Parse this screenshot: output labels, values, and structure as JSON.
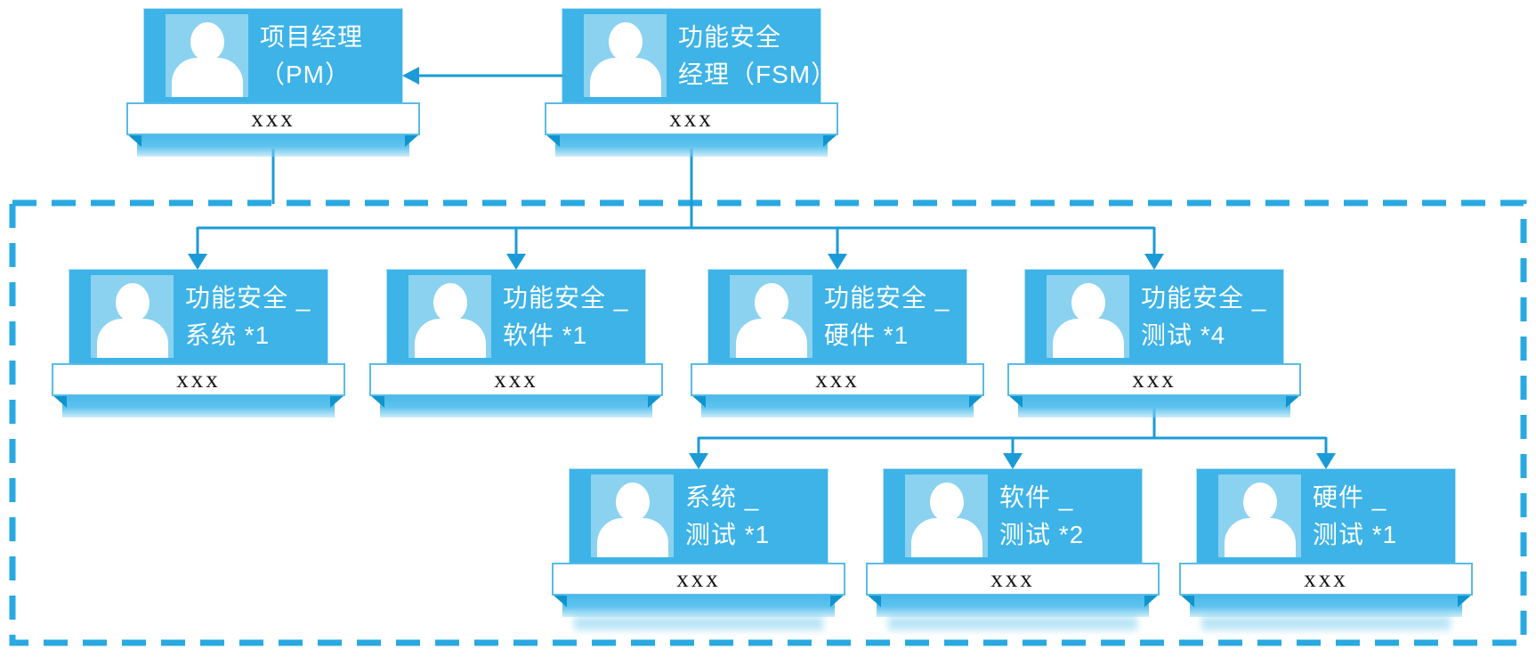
{
  "diagram": {
    "type": "org-chart",
    "colors": {
      "card_blue": "#3db3e8",
      "photo_blue": "#8ad2f0",
      "connector_blue": "#1b9bd7",
      "group_border_blue": "#29a9e1",
      "fold_notch_blue": "#0f94cd",
      "plate_background": "#ffffff",
      "plate_text": "#141414",
      "card_text": "#ffffff"
    },
    "group": {
      "description": "dashed boundary containing functional-safety team"
    }
  },
  "nodes": [
    {
      "id": "pm",
      "title_line1": "项目经理",
      "title_line2": "（PM）",
      "plate": "xxx"
    },
    {
      "id": "fsm",
      "title_line1": "功能安全",
      "title_line2": "经理（FSM）",
      "plate": "xxx"
    },
    {
      "id": "fs-system",
      "title_line1": "功能安全 _",
      "title_line2": "系统 *1",
      "plate": "xxx"
    },
    {
      "id": "fs-software",
      "title_line1": "功能安全 _",
      "title_line2": "软件 *1",
      "plate": "xxx"
    },
    {
      "id": "fs-hardware",
      "title_line1": "功能安全 _",
      "title_line2": "硬件 *1",
      "plate": "xxx"
    },
    {
      "id": "fs-test",
      "title_line1": "功能安全 _",
      "title_line2": "测试 *4",
      "plate": "xxx"
    },
    {
      "id": "system-test",
      "title_line1": "系统 _",
      "title_line2": "测试 *1",
      "plate": "xxx"
    },
    {
      "id": "software-test",
      "title_line1": "软件 _",
      "title_line2": "测试 *2",
      "plate": "xxx"
    },
    {
      "id": "hardware-test",
      "title_line1": "硬件 _",
      "title_line2": "测试 *1",
      "plate": "xxx"
    }
  ],
  "edges": [
    {
      "from": "fsm",
      "to": "pm",
      "style": "arrow"
    },
    {
      "from": "pm",
      "to": "team-group",
      "style": "line"
    },
    {
      "from": "fsm",
      "to": "fs-system",
      "style": "arrow"
    },
    {
      "from": "fsm",
      "to": "fs-software",
      "style": "arrow"
    },
    {
      "from": "fsm",
      "to": "fs-hardware",
      "style": "arrow"
    },
    {
      "from": "fsm",
      "to": "fs-test",
      "style": "arrow"
    },
    {
      "from": "fs-test",
      "to": "system-test",
      "style": "arrow"
    },
    {
      "from": "fs-test",
      "to": "software-test",
      "style": "arrow"
    },
    {
      "from": "fs-test",
      "to": "hardware-test",
      "style": "arrow"
    }
  ]
}
